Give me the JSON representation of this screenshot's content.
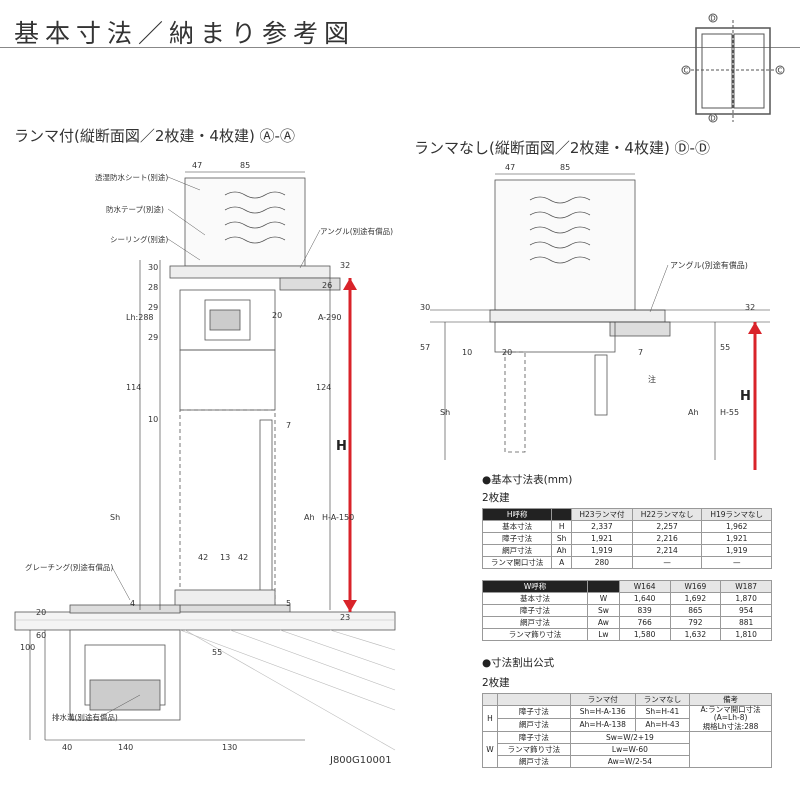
{
  "page_title": "基本寸法／納まり参考図",
  "key_plan_letters": [
    "D",
    "C",
    "C",
    "D"
  ],
  "left_section": {
    "title": "ランマ付(縦断面図／2枚建・4枚建) Ⓐ-Ⓐ",
    "callouts": [
      "透湿防水シート(別途)",
      "防水テープ(別途)",
      "シーリング(別途)",
      "アングル(別途有償品)",
      "グレーチング(別途有償品)",
      "排水溝(別途有償品)"
    ],
    "dims_top": [
      "47",
      "85"
    ],
    "dims_left": [
      "30",
      "28",
      "Lh:288",
      "29",
      "29",
      "114",
      "10",
      "Sh"
    ],
    "dims_right": [
      "26",
      "32",
      "A-290",
      "20",
      "124",
      "7",
      "Ah",
      "H-A-150",
      "5",
      "23"
    ],
    "dims_bottom_inner": [
      "42",
      "13",
      "42",
      "55"
    ],
    "dims_base": [
      "4",
      "20",
      "60",
      "100",
      "40",
      "140",
      "130"
    ],
    "H_label": "H"
  },
  "right_section": {
    "title": "ランマなし(縦断面図／2枚建・4枚建) Ⓓ-Ⓓ",
    "callouts": [
      "アングル(別途有償品)"
    ],
    "dims_top": [
      "47",
      "85"
    ],
    "dims": [
      "30",
      "32",
      "57",
      "10",
      "20",
      "7",
      "55",
      "Sh",
      "Ah",
      "H-55",
      "注"
    ],
    "H_label": "H"
  },
  "basic_dims": {
    "heading": "●基本寸法表(mm)",
    "sub": "2枚建",
    "h_table": {
      "header": [
        "H呼称",
        "",
        "H23ランマ付",
        "H22ランマなし",
        "H19ランマなし"
      ],
      "rows": [
        [
          "基本寸法",
          "H",
          "2,337",
          "2,257",
          "1,962"
        ],
        [
          "障子寸法",
          "Sh",
          "1,921",
          "2,216",
          "1,921"
        ],
        [
          "網戸寸法",
          "Ah",
          "1,919",
          "2,214",
          "1,919"
        ],
        [
          "ランマ開口寸法",
          "A",
          "280",
          "—",
          "—"
        ]
      ]
    },
    "w_table": {
      "header": [
        "W呼称",
        "",
        "W164",
        "W169",
        "W187"
      ],
      "rows": [
        [
          "基本寸法",
          "W",
          "1,640",
          "1,692",
          "1,870"
        ],
        [
          "障子寸法",
          "Sw",
          "839",
          "865",
          "954"
        ],
        [
          "網戸寸法",
          "Aw",
          "766",
          "792",
          "881"
        ],
        [
          "ランマ飾り寸法",
          "Lw",
          "1,580",
          "1,632",
          "1,810"
        ]
      ]
    }
  },
  "formula": {
    "heading": "●寸法割出公式",
    "sub": "2枚建",
    "header": [
      "",
      "",
      "ランマ付",
      "ランマなし",
      "備考"
    ],
    "h_group": "H",
    "h_rows": [
      [
        "障子寸法",
        "Sh=H-A-136",
        "Sh=H-41"
      ],
      [
        "網戸寸法",
        "Ah=H-A-138",
        "Ah=H-43"
      ]
    ],
    "note": [
      "A:ランマ開口寸法",
      "(A=Lh-8)",
      "規格Lh寸法:288"
    ],
    "w_group": "W",
    "w_rows": [
      [
        "障子寸法",
        "Sw=W/2+19"
      ],
      [
        "ランマ飾り寸法",
        "Lw=W-60"
      ],
      [
        "網戸寸法",
        "Aw=W/2-54"
      ]
    ]
  },
  "drawing_code": "J800G10001",
  "colors": {
    "accent": "#d9232a",
    "line": "#444",
    "hatch": "#999"
  }
}
